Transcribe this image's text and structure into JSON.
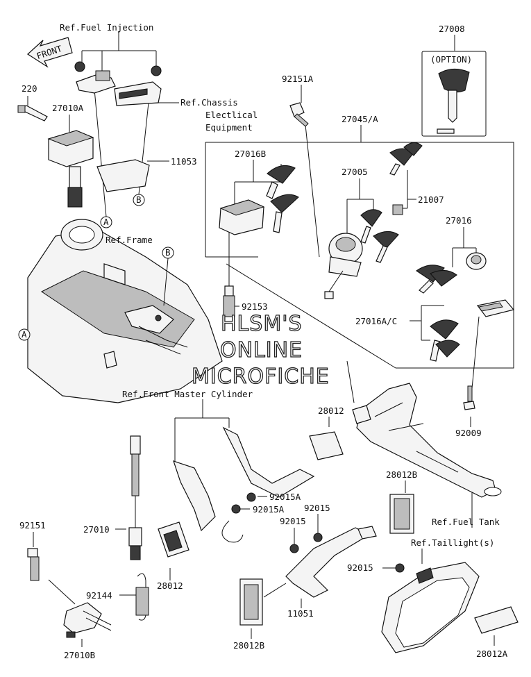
{
  "labels": {
    "ref_fuel_injection": "Ref.Fuel Injection",
    "front": "FRONT",
    "p220": "220",
    "p27010A": "27010A",
    "ref_chassis_1": "Ref.Chassis",
    "ref_chassis_2": "Electlical",
    "ref_chassis_3": "Equipment",
    "p11053": "11053",
    "circle_b_top": "B",
    "circle_a_top": "A",
    "ref_frame": "Ref.Frame",
    "circle_b_frame": "B",
    "circle_a_left": "A",
    "p27016B": "27016B",
    "p92153": "92153",
    "p92151A": "92151A",
    "p27008": "27008",
    "option": "(OPTION)",
    "p27045A": "27045/A",
    "p27005": "27005",
    "p21007": "21007",
    "p27016": "27016",
    "p27016AC": "27016A/C",
    "p92009": "92009",
    "ref_front_master": "Ref.Front Master Cylinder",
    "p28012_top": "28012",
    "p28012B_right": "28012B",
    "p92015A_1": "92015A",
    "p92015A_2": "92015A",
    "p92015_1": "92015",
    "p92015_2": "92015",
    "p92015_3": "92015",
    "ref_fuel_tank": "Ref.Fuel Tank",
    "ref_taillight": "Ref.Taillight(s)",
    "p92151": "92151",
    "p27010": "27010",
    "p28012_bottom": "28012",
    "p92144": "92144",
    "p11051": "11051",
    "p28012B_bottom": "28012B",
    "p27010B": "27010B",
    "p28012A": "28012A"
  },
  "watermark": {
    "line1": "HLSM'S",
    "line2": "ONLINE",
    "line3": "MICROFICHE"
  }
}
